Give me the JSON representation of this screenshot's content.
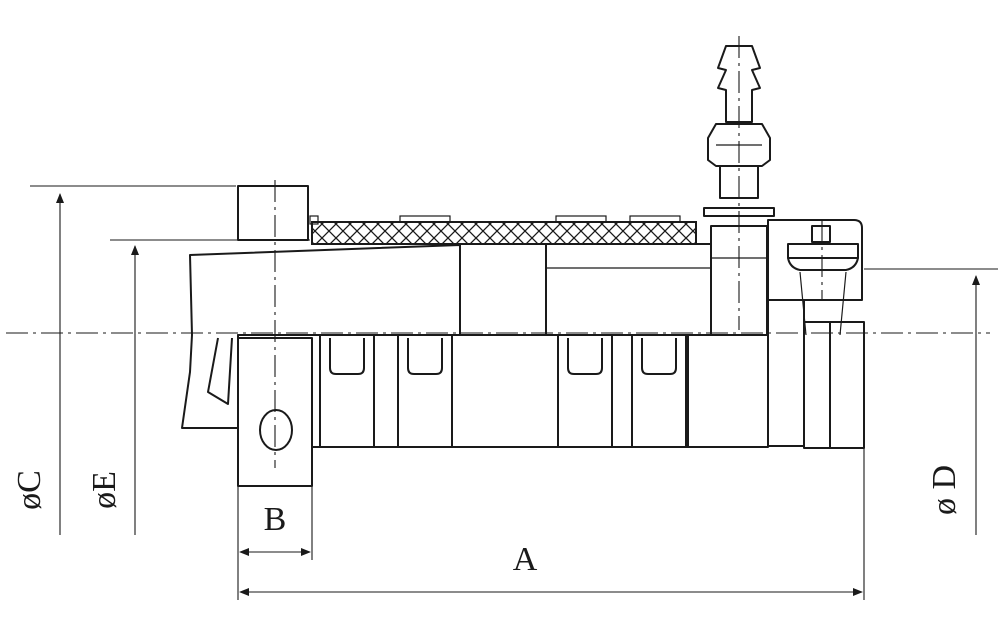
{
  "dimension_labels": {
    "a": "A",
    "b": "B",
    "c": "øC",
    "d": "ø D",
    "e": "øE"
  }
}
